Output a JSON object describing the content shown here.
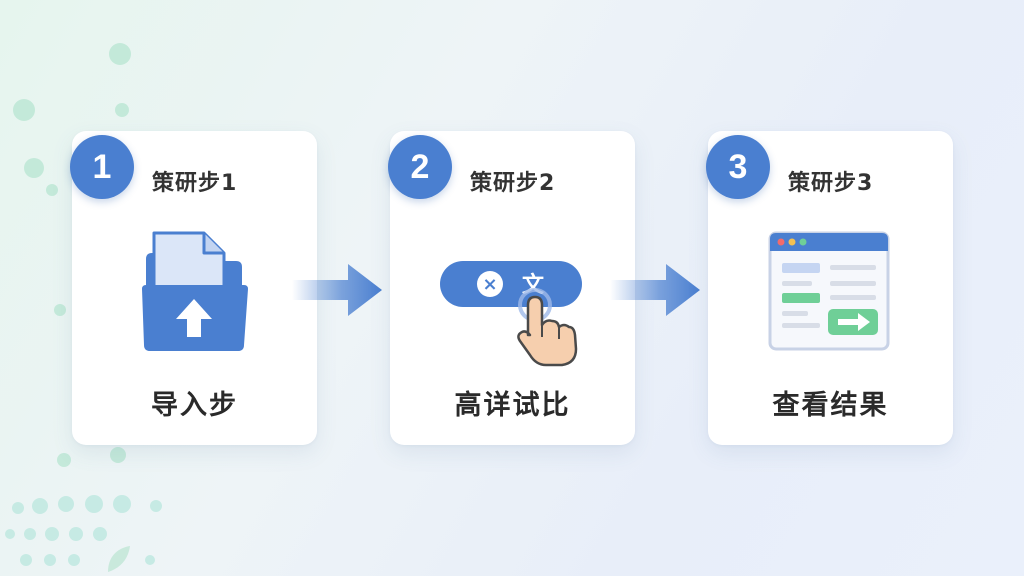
{
  "steps": [
    {
      "number": "1",
      "title": "策研步1",
      "caption": "导入步",
      "icon": "file-upload-icon"
    },
    {
      "number": "2",
      "title": "策研步2",
      "caption": "高详试比",
      "icon": "toggle-tap-icon"
    },
    {
      "number": "3",
      "title": "策研步3",
      "caption": "查看结果",
      "icon": "browser-result-icon"
    }
  ],
  "step2_pill": {
    "left_symbol": "×",
    "right_symbol": "文"
  },
  "colors": {
    "accent": "#4a7fd0",
    "green": "#6fcf97",
    "card": "#ffffff",
    "text": "#2a2a2a"
  }
}
